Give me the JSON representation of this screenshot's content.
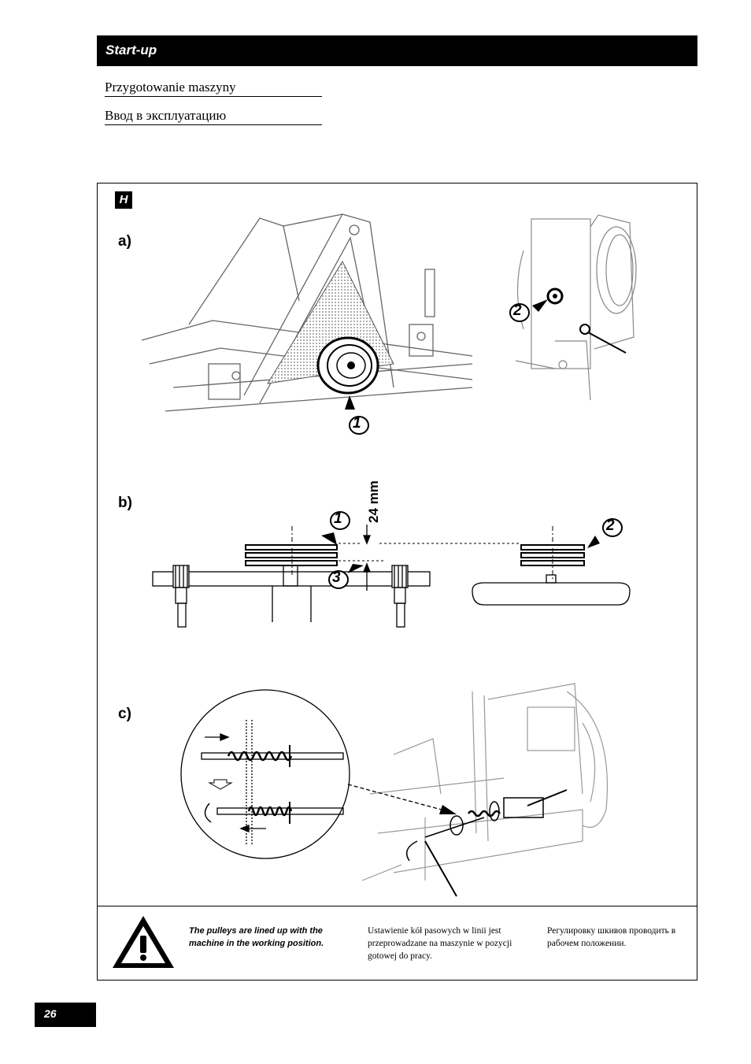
{
  "header": {
    "title": "Start-up"
  },
  "subtitles": {
    "polish": "Przygotowanie maszyny",
    "russian": "Ввод в эксплуатацию"
  },
  "section": {
    "badge": "H"
  },
  "steps": {
    "a": "a)",
    "b": "b)",
    "c": "c)"
  },
  "callouts": {
    "one": "1",
    "two": "2",
    "three": "3"
  },
  "dimension": {
    "label": "24 mm"
  },
  "warning": {
    "icon": "warning-triangle-icon",
    "en": "The pulleys are lined up with the machine in the working position.",
    "pl": "Ustawienie kół pasowych w linii jest przeprowadzane na maszynie w pozycji gotowej do pracy.",
    "ru": "Регулировку шкивов проводить в рабочем положении."
  },
  "page": {
    "number": "26"
  }
}
